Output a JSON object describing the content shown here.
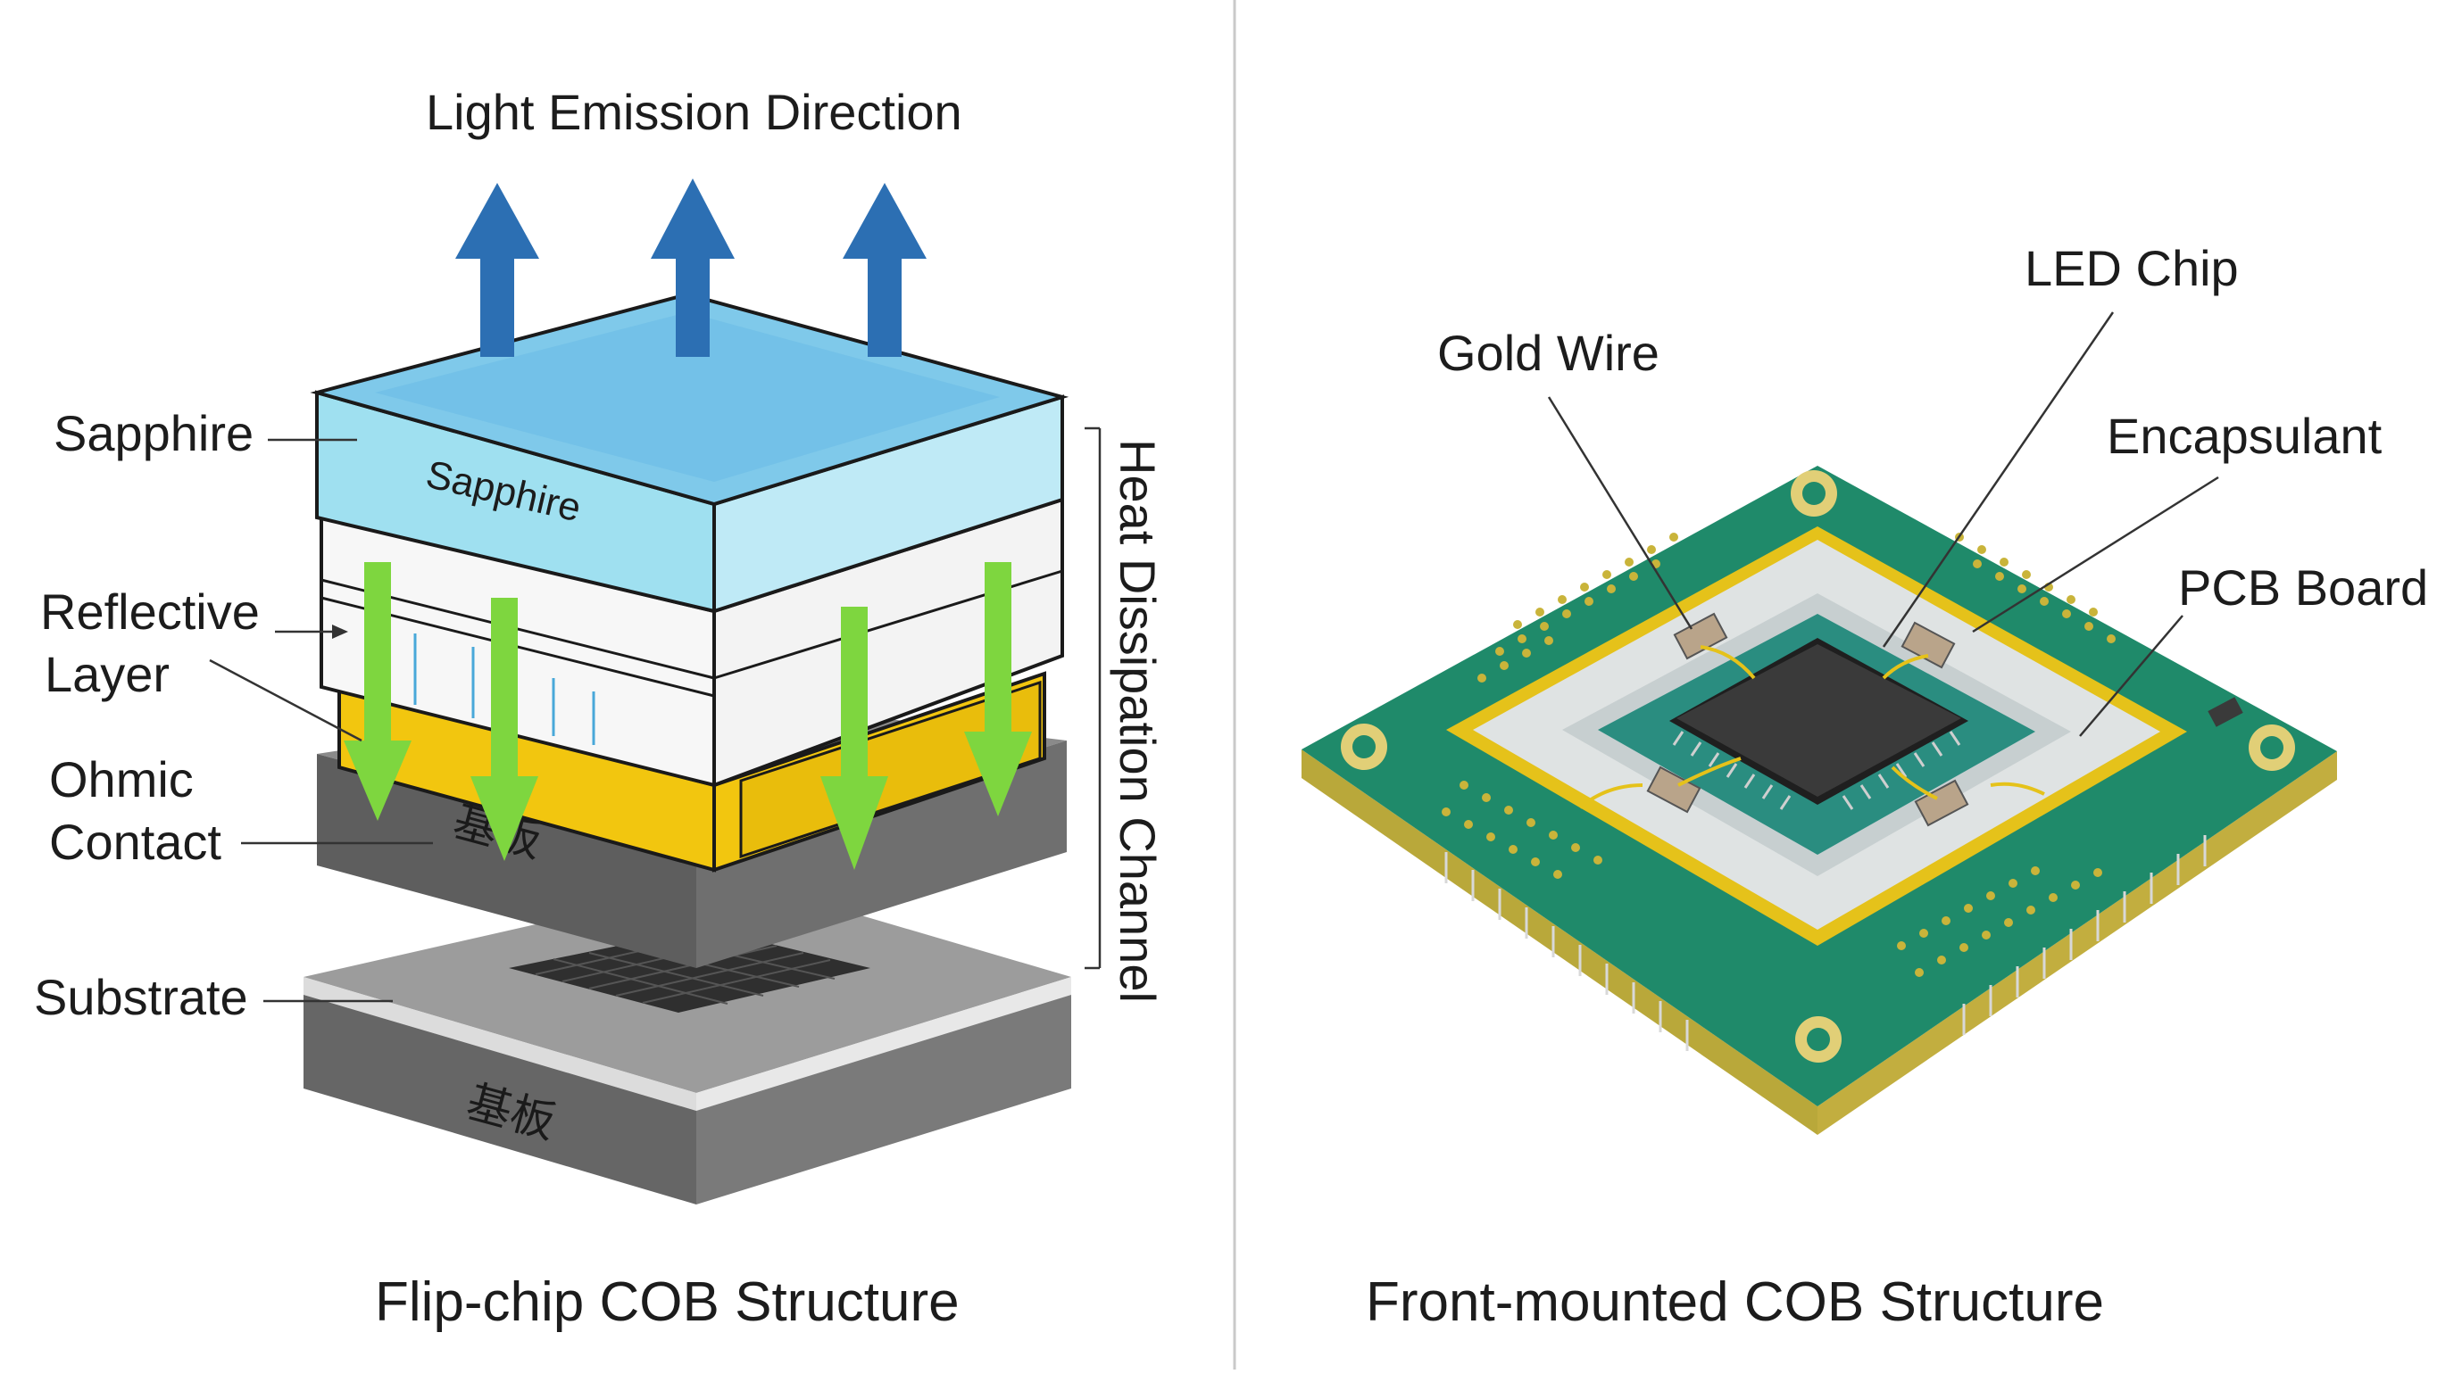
{
  "left_panel": {
    "top_label": "Light Emission Direction",
    "side_label": "Heat Dissipation Channel",
    "sapphire_label": "Sapphire",
    "sapphire_surface_text": "Sapphire",
    "reflective_label_line1": "Reflective",
    "reflective_label_line2": "Layer",
    "ohmic_label_line1": "Ohmic",
    "ohmic_label_line2": "Contact",
    "substrate_label": "Substrate",
    "layer_cjk_upper": "基板",
    "layer_cjk_lower": "基板",
    "caption": "Flip-chip COB Structure"
  },
  "right_panel": {
    "led_chip_label": "LED Chip",
    "gold_wire_label": "Gold Wire",
    "encapsulant_label": "Encapsulant",
    "pcb_label": "PCB Board",
    "caption": "Front-mounted COB Structure"
  },
  "colors": {
    "arrow_blue": "#2c6fb3",
    "heat_green": "#7ed63f",
    "sapphire_cyan": "#7fd8ec",
    "ohmic_yellow": "#f2c60f",
    "substrate_gray": "#6f6f6f",
    "pcb_green": "#1f8a6a",
    "gold_ring": "#e5c21a",
    "chip_black": "#2a2a2a"
  }
}
